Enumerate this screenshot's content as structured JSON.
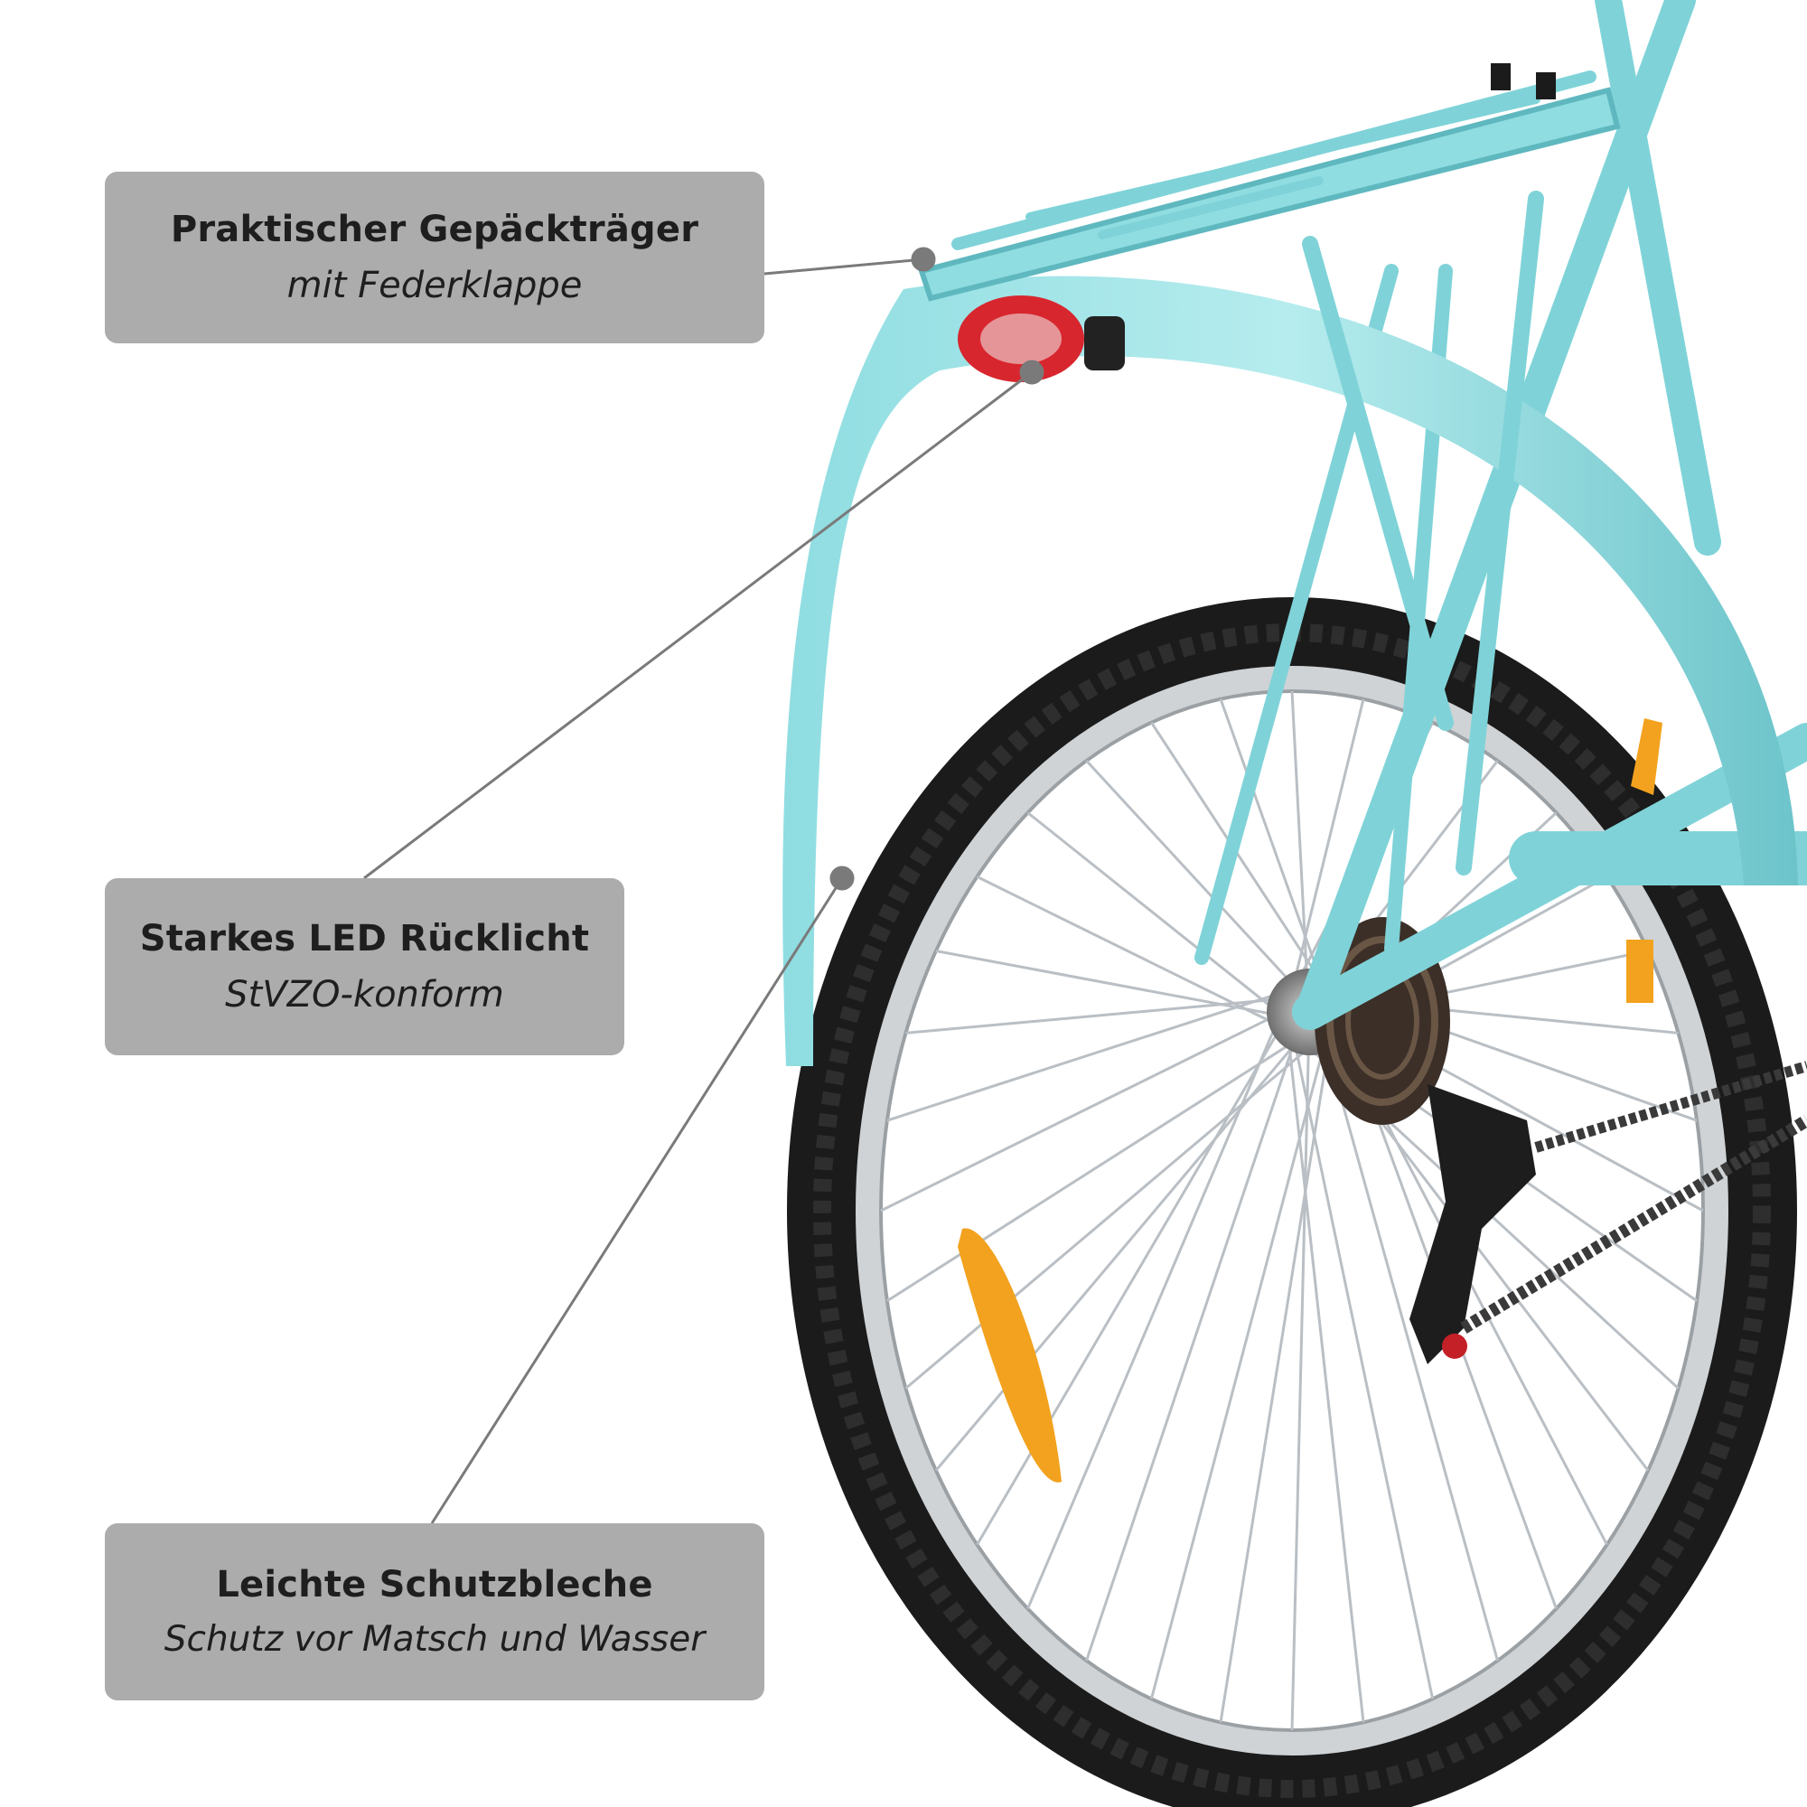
{
  "callouts": [
    {
      "title": "Praktischer Gepäckträger",
      "subtitle": "mit Federklappe"
    },
    {
      "title": "Starkes LED Rücklicht",
      "subtitle": "StVZO-konform"
    },
    {
      "title": "Leichte Schutzbleche",
      "subtitle": "Schutz vor Matsch und Wasser"
    }
  ],
  "colors": {
    "frame": "#7fd3d8",
    "frame_dark": "#5fb8bf",
    "callout_bg": "#acacac",
    "leader_line": "#7a7a7a",
    "tire": "#1b1b1b",
    "rim": "#cfd3d6",
    "reflector": "#f2a21e",
    "tail_light": "#d8262e"
  }
}
